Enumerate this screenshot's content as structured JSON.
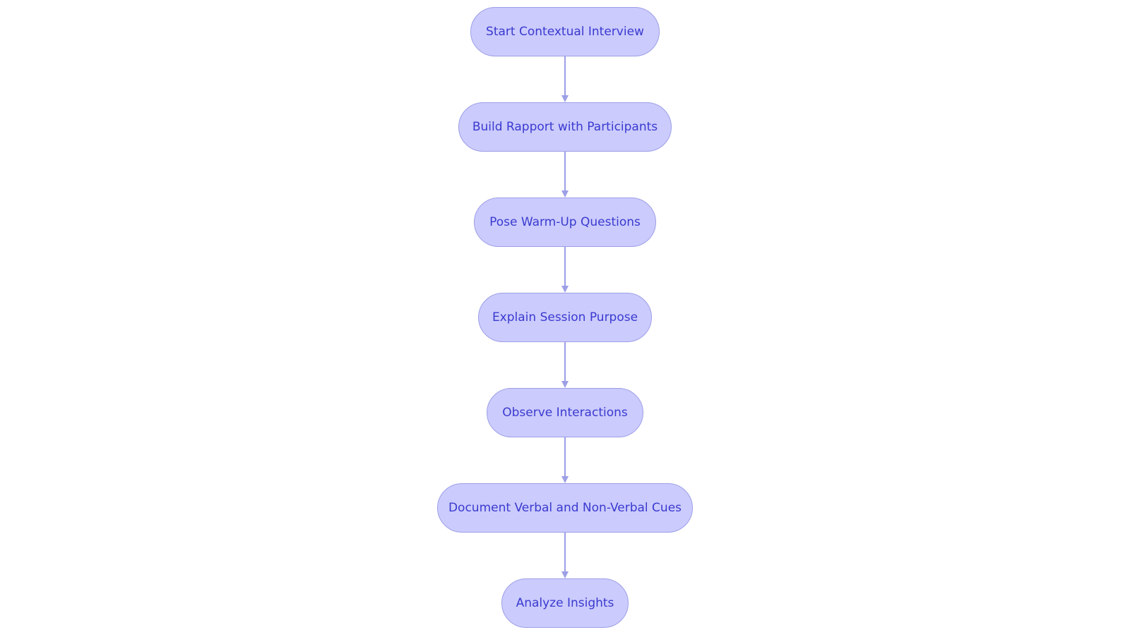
{
  "colors": {
    "node_fill": "#cbcbfd",
    "node_stroke": "#9d9fe6",
    "node_text": "#3a3ad0",
    "edge": "#9d9fe6"
  },
  "flowchart": {
    "nodes": [
      {
        "id": "start",
        "label": "Start Contextual Interview"
      },
      {
        "id": "rapport",
        "label": "Build Rapport with Participants"
      },
      {
        "id": "warmup",
        "label": "Pose Warm-Up Questions"
      },
      {
        "id": "purpose",
        "label": "Explain Session Purpose"
      },
      {
        "id": "observe",
        "label": "Observe Interactions"
      },
      {
        "id": "document",
        "label": "Document Verbal and Non-Verbal Cues"
      },
      {
        "id": "analyze",
        "label": "Analyze Insights"
      }
    ],
    "edges": [
      {
        "from": "start",
        "to": "rapport"
      },
      {
        "from": "rapport",
        "to": "warmup"
      },
      {
        "from": "warmup",
        "to": "purpose"
      },
      {
        "from": "purpose",
        "to": "observe"
      },
      {
        "from": "observe",
        "to": "document"
      },
      {
        "from": "document",
        "to": "analyze"
      }
    ]
  }
}
